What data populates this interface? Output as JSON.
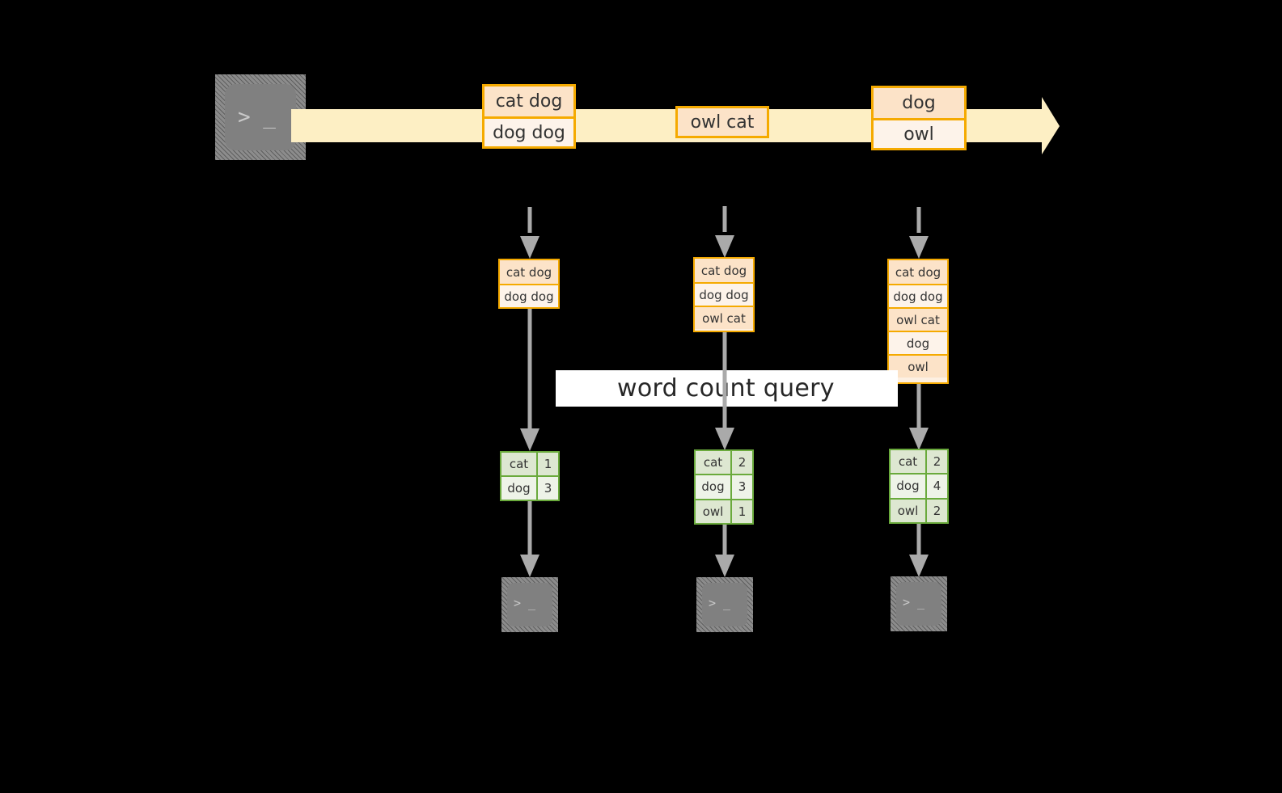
{
  "diagram": {
    "title_label": "word count query",
    "colors": {
      "background": "#000000",
      "stream_fill": "#fdefc4",
      "box_border": "#f5aa00",
      "box_fill_dark": "#fce3c8",
      "box_fill_light": "#fdf3ea",
      "table_border": "#6aaa3c",
      "table_fill_dark": "#dde7d1",
      "table_fill_light": "#eef3e8",
      "terminal_fill": "#808080",
      "arrow_gray": "#aaaaaa",
      "band_white": "#ffffff",
      "text": "#333333"
    },
    "producer": {
      "icon": "terminal-icon",
      "prompt": "> _"
    },
    "stream": {
      "messages": [
        {
          "lines": [
            "cat dog",
            "dog dog"
          ]
        },
        {
          "lines": [
            "owl cat"
          ]
        },
        {
          "lines": [
            "dog",
            "owl"
          ]
        }
      ]
    },
    "snapshots": [
      {
        "name": "snapshot-1",
        "log_lines": [
          "cat dog",
          "dog dog"
        ],
        "result": {
          "rows": [
            {
              "word": "cat",
              "count": "1"
            },
            {
              "word": "dog",
              "count": "3"
            }
          ]
        },
        "consumer": {
          "icon": "terminal-icon",
          "prompt": "> _"
        }
      },
      {
        "name": "snapshot-2",
        "log_lines": [
          "cat dog",
          "dog dog",
          "owl cat"
        ],
        "result": {
          "rows": [
            {
              "word": "cat",
              "count": "2"
            },
            {
              "word": "dog",
              "count": "3"
            },
            {
              "word": "owl",
              "count": "1"
            }
          ]
        },
        "consumer": {
          "icon": "terminal-icon",
          "prompt": "> _"
        }
      },
      {
        "name": "snapshot-3",
        "log_lines": [
          "cat dog",
          "dog dog",
          "owl cat",
          "dog",
          "owl"
        ],
        "result": {
          "rows": [
            {
              "word": "cat",
              "count": "2"
            },
            {
              "word": "dog",
              "count": "4"
            },
            {
              "word": "owl",
              "count": "2"
            }
          ]
        },
        "consumer": {
          "icon": "terminal-icon",
          "prompt": "> _"
        }
      }
    ]
  }
}
